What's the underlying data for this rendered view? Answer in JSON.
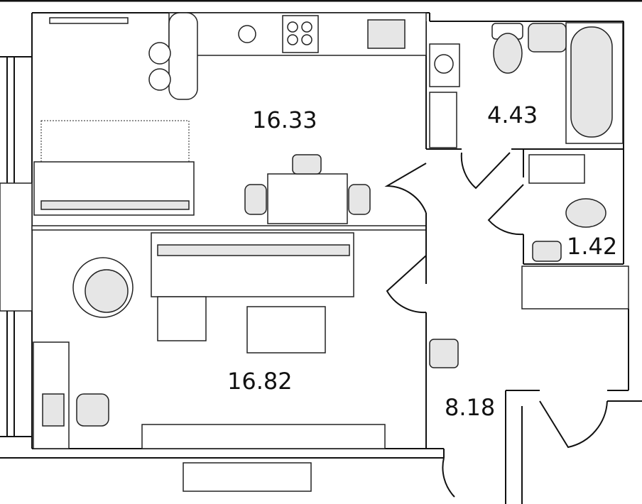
{
  "rooms": {
    "kitchen_living": {
      "area": "16.33"
    },
    "bathroom": {
      "area": "4.43"
    },
    "toilet": {
      "area": "1.42"
    },
    "living_room": {
      "area": "16.82"
    },
    "hallway": {
      "area": "8.18"
    }
  }
}
